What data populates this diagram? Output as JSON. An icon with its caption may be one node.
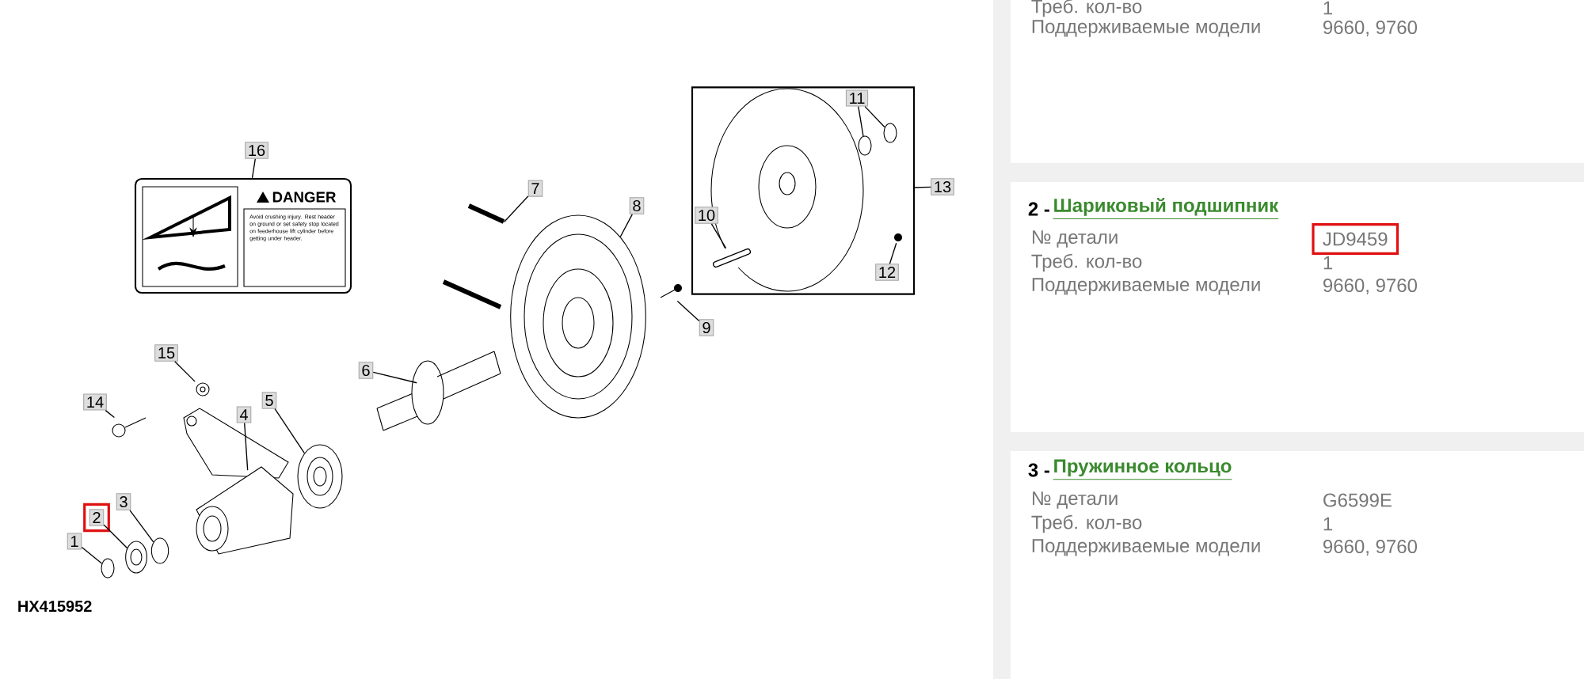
{
  "diagram": {
    "nodes": [
      {
        "text": [
          "1"
        ]
      },
      {
        "text": [
          "2"
        ]
      },
      {
        "text": [
          "3"
        ]
      },
      {
        "text": [
          "4"
        ]
      },
      {
        "text": [
          "5"
        ]
      },
      {
        "text": [
          "6"
        ]
      },
      {
        "text": [
          "7"
        ]
      },
      {
        "text": [
          "8"
        ]
      },
      {
        "text": [
          "9"
        ]
      },
      {
        "text": [
          "10"
        ],
        "in": 25
      },
      {
        "text": [
          "11"
        ],
        "in": 25
      },
      {
        "text": [
          "12"
        ],
        "in": 25
      },
      {
        "text": [
          "13"
        ]
      },
      {
        "text": [
          "14"
        ]
      },
      {
        "text": [
          "15"
        ]
      },
      {
        "text": [
          "16"
        ]
      },
      {
        "text": [],
        "shape": "circle"
      },
      {
        "text": [],
        "shape": "picture"
      },
      {
        "text": [],
        "shape": "circle"
      },
      {
        "text": [],
        "shape": "picture"
      },
      {
        "text": [],
        "shape": "picture"
      },
      {
        "text": [],
        "shape": "picture"
      },
      {
        "text": [],
        "shape": "picture"
      },
      {
        "text": [],
        "shape": "picture"
      },
      {
        "text": [],
        "shape": "picture"
      },
      {
        "text": [],
        "shape": "box"
      },
      {
        "text": [],
        "shape": "picture",
        "in": 25
      },
      {
        "text": [],
        "shape": "circle",
        "in": 25
      },
      {
        "text": [],
        "shape": "circle",
        "in": 25
      },
      {
        "text": [],
        "shape": "picture",
        "in": 25
      },
      {
        "text": [],
        "shape": "picture"
      },
      {
        "text": [],
        "shape": "picture"
      },
      {
        "text": [
          "DANGER",
          "Avoid crushing injury. Rest header on ground or set safety stop located on feederhouse lift cylinder before getting under header."
        ]
      }
    ],
    "edges": [
      {
        "from": 0,
        "to": 16,
        "arrow": "none"
      },
      {
        "from": 1,
        "to": 17,
        "arrow": "none"
      },
      {
        "from": 2,
        "to": 18,
        "arrow": "none"
      },
      {
        "from": 3,
        "to": 19,
        "arrow": "none"
      },
      {
        "from": 4,
        "to": 20,
        "arrow": "none"
      },
      {
        "from": 5,
        "to": 21,
        "arrow": "none"
      },
      {
        "from": 6,
        "to": 22,
        "arrow": "none"
      },
      {
        "from": 7,
        "to": 23,
        "arrow": "none"
      },
      {
        "from": 8,
        "to": 24,
        "arrow": "none"
      },
      {
        "from": 9,
        "to": 26,
        "arrow": "none"
      },
      {
        "from": 10,
        "to": 27,
        "arrow": "none"
      },
      {
        "from": 10,
        "to": 28,
        "arrow": "none"
      },
      {
        "from": 11,
        "to": 29,
        "arrow": "none"
      },
      {
        "from": 12,
        "to": 25,
        "arrow": "none"
      },
      {
        "from": 13,
        "to": 30,
        "arrow": "none"
      },
      {
        "from": 14,
        "to": 31,
        "arrow": "none"
      },
      {
        "from": 15,
        "to": 32,
        "arrow": "none"
      }
    ],
    "labels": [
      "Треб. кол-во",
      "1",
      "Поддерживаемые модели",
      "9660, 9760",
      "2 -",
      "Шариковый подшипник",
      "№ детали",
      "JD9459",
      "Треб. кол-во",
      "1",
      "Поддерживаемые модели",
      "9660, 9760",
      "3 -",
      "Пружинное кольцо",
      "№ детали",
      "G6599E",
      "Треб. кол-во",
      "1",
      "Поддерживаемые модели",
      "9660, 9760",
      "HX415952"
    ]
  }
}
